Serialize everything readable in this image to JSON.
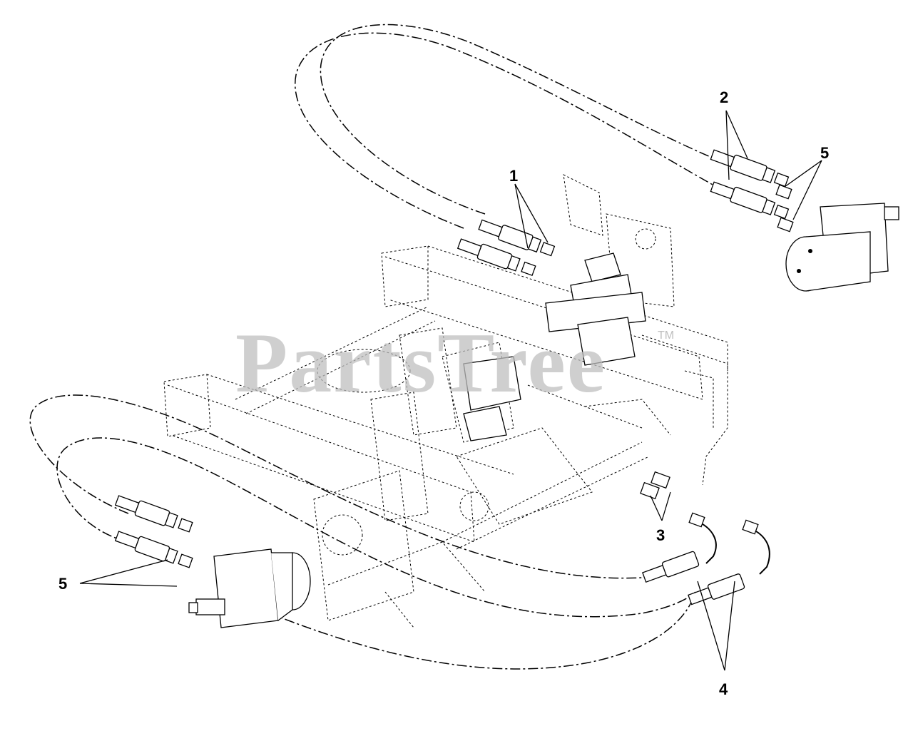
{
  "watermark": {
    "brand": "PartsTree",
    "trademark": "TM"
  },
  "callouts": [
    {
      "id": "callout-1",
      "label": "1"
    },
    {
      "id": "callout-2",
      "label": "2"
    },
    {
      "id": "callout-3",
      "label": "3"
    },
    {
      "id": "callout-4",
      "label": "4"
    },
    {
      "id": "callout-5-top",
      "label": "5"
    },
    {
      "id": "callout-5-left",
      "label": "5"
    }
  ]
}
